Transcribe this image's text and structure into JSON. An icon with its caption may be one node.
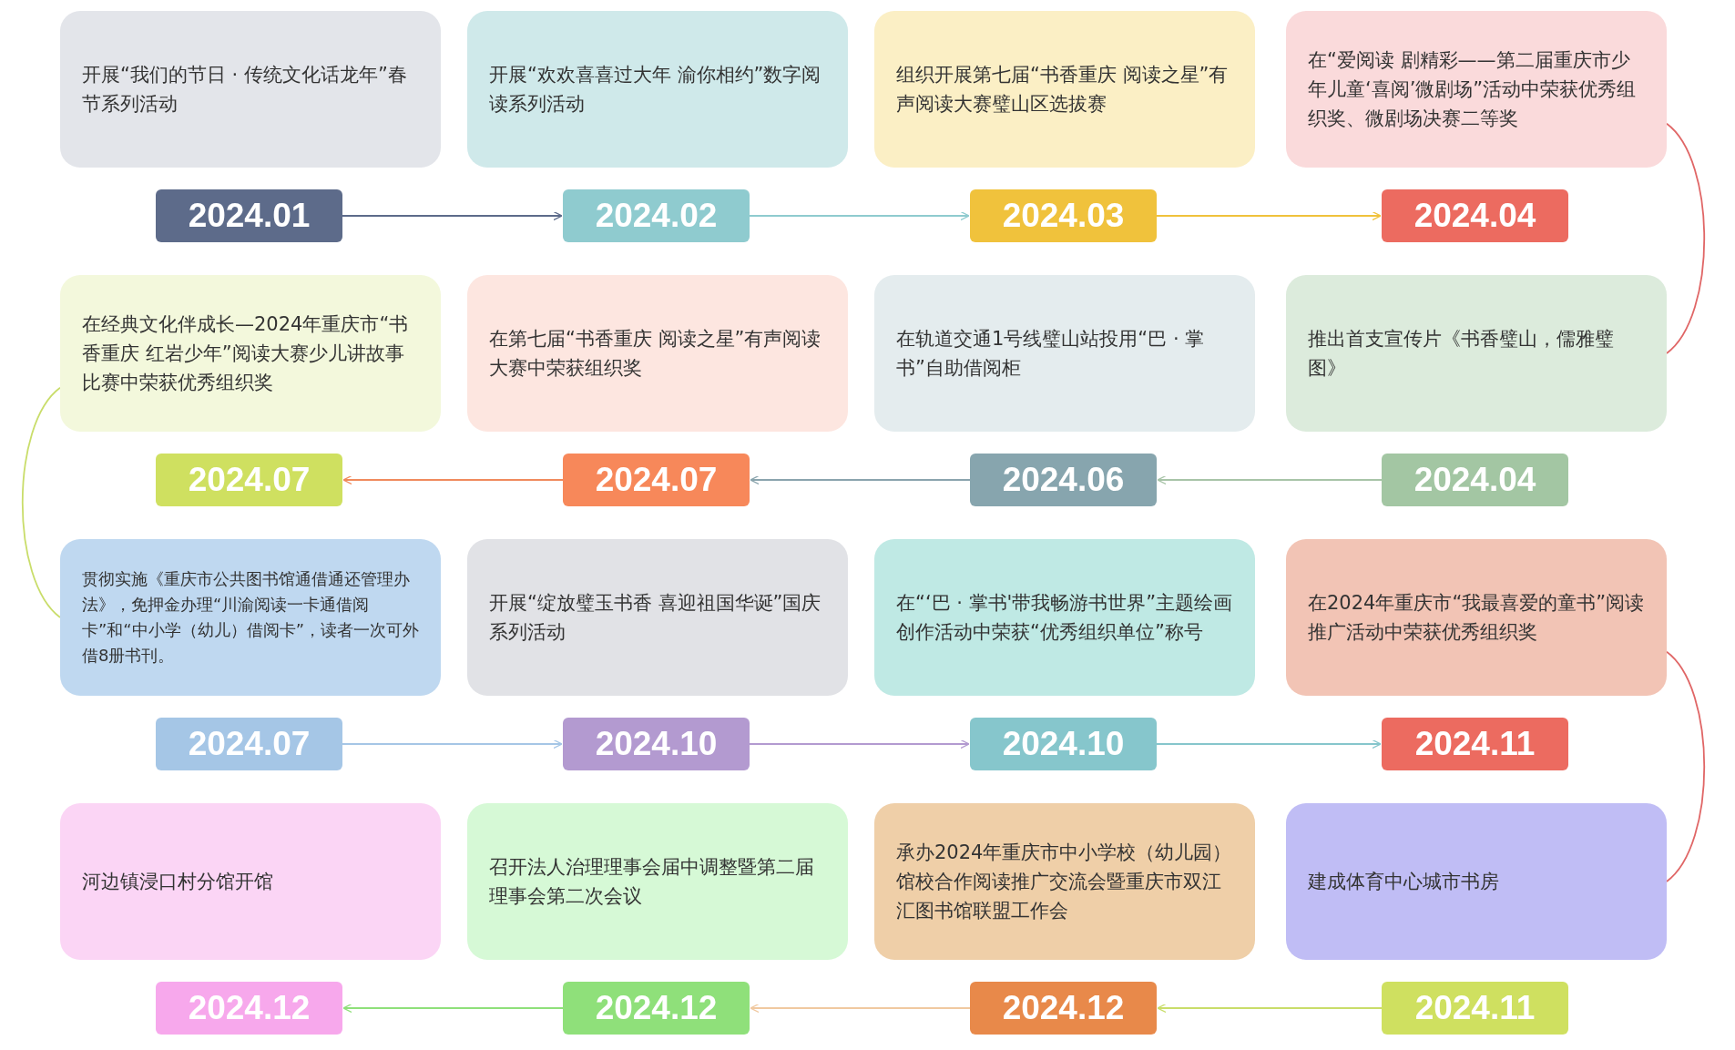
{
  "diagram": {
    "nodes": [
      {
        "text": [
          "开展“我们的节日 · 传统文化话龙年”春节系列活动"
        ]
      },
      {
        "text": [
          "2024.01"
        ]
      },
      {
        "text": [
          "开展“欢欢喜喜过大年  渝你相约”数字阅读系列活动"
        ]
      },
      {
        "text": [
          "2024.02"
        ]
      },
      {
        "text": [
          "组织开展第七届“书香重庆  阅读之星”有声阅读大赛璧山区选拔赛"
        ]
      },
      {
        "text": [
          "2024.03"
        ]
      },
      {
        "text": [
          "在“爱阅读  剧精彩——第二届重庆市少年儿童‘喜阅’微剧场”活动中荣获优秀组织奖、微剧场决赛二等奖"
        ]
      },
      {
        "text": [
          "2024.04"
        ]
      },
      {
        "text": [
          "在经典文化伴成长—2024年重庆市“书香重庆  红岩少年”阅读大赛少儿讲故事比赛中荣获优秀组织奖"
        ]
      },
      {
        "text": [
          "2024.07"
        ]
      },
      {
        "text": [
          "在第七届“书香重庆  阅读之星”有声阅读大赛中荣获组织奖"
        ]
      },
      {
        "text": [
          "2024.07"
        ]
      },
      {
        "text": [
          "在轨道交通1号线璧山站投用“巴 · 掌书”自助借阅柜"
        ]
      },
      {
        "text": [
          "2024.06"
        ]
      },
      {
        "text": [
          "推出首支宣传片《书香璧山，儒雅璧图》"
        ]
      },
      {
        "text": [
          "2024.04"
        ]
      },
      {
        "text": [
          "贯彻实施《重庆市公共图书馆通借通还管理办法》，免押金办理“川渝阅读一卡通借阅卡”和“中小学（幼儿）借阅卡”，读者一次可外借8册书刊。"
        ]
      },
      {
        "text": [
          "2024.07"
        ]
      },
      {
        "text": [
          "开展“绽放璧玉书香  喜迎祖国华诞”国庆系列活动"
        ]
      },
      {
        "text": [
          "2024.10"
        ]
      },
      {
        "text": [
          "在“‘巴 · 掌书'带我畅游书世界”主题绘画创作活动中荣获“优秀组织单位”称号"
        ]
      },
      {
        "text": [
          "2024.10"
        ]
      },
      {
        "text": [
          "在2024年重庆市“我最喜爱的童书”阅读推广活动中荣获优秀组织奖"
        ]
      },
      {
        "text": [
          "2024.11"
        ]
      },
      {
        "text": [
          "河边镇浸口村分馆开馆"
        ]
      },
      {
        "text": [
          "2024.12"
        ]
      },
      {
        "text": [
          "召开法人治理理事会届中调整暨第二届理事会第二次会议"
        ]
      },
      {
        "text": [
          "2024.12"
        ]
      },
      {
        "text": [
          "承办2024年重庆市中小学校（幼儿园）馆校合作阅读推广交流会暨重庆市双江汇图书馆联盟工作会"
        ]
      },
      {
        "text": [
          "2024.12"
        ]
      },
      {
        "text": [
          "建成体育中心城市书房"
        ]
      },
      {
        "text": [
          "2024.11"
        ]
      }
    ],
    "edges": [
      {
        "from": 1,
        "to": 3,
        "arrow": "to",
        "color": "#5d6b8a"
      },
      {
        "from": 3,
        "to": 5,
        "arrow": "to",
        "color": "#8fcbcf"
      },
      {
        "from": 5,
        "to": 7,
        "arrow": "to",
        "color": "#f0c23c"
      },
      {
        "from": 6,
        "to": 14,
        "arrow": "none",
        "color": "#e06666"
      },
      {
        "from": 15,
        "to": 13,
        "arrow": "to",
        "color": "#a8c4a8"
      },
      {
        "from": 13,
        "to": 11,
        "arrow": "to",
        "color": "#8aa4ad"
      },
      {
        "from": 11,
        "to": 9,
        "arrow": "to",
        "color": "#f08a5d"
      },
      {
        "from": 8,
        "to": 16,
        "arrow": "none",
        "color": "#c9dd6a"
      },
      {
        "from": 17,
        "to": 19,
        "arrow": "to",
        "color": "#a5c6e6"
      },
      {
        "from": 19,
        "to": 21,
        "arrow": "to",
        "color": "#b39ad0"
      },
      {
        "from": 21,
        "to": 23,
        "arrow": "to",
        "color": "#86c6cc"
      },
      {
        "from": 22,
        "to": 30,
        "arrow": "none",
        "color": "#e06666"
      },
      {
        "from": 31,
        "to": 29,
        "arrow": "to",
        "color": "#c9dd6a"
      },
      {
        "from": 29,
        "to": 27,
        "arrow": "to",
        "color": "#f0c9a0"
      },
      {
        "from": 27,
        "to": 25,
        "arrow": "to",
        "color": "#8fe07a"
      }
    ]
  }
}
